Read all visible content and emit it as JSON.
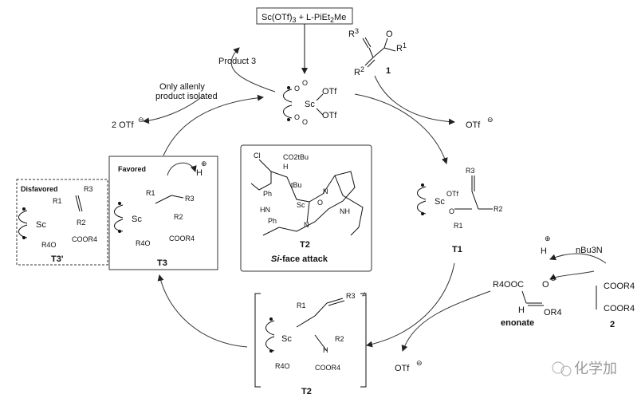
{
  "reagent": {
    "catalyst": "Sc(OTf)",
    "catalyst_sub": "3",
    "ligand": " + L-PiEt",
    "ligand_sub": "2",
    "ligand_end": "Me"
  },
  "top_left": {
    "product": "Product 3",
    "note_line1": "Only allenly",
    "note_line2": "product isolated",
    "counterion": "2 OTf"
  },
  "sc_complex": {
    "metal": "Sc",
    "otf_a": "OTf",
    "otf_b": "OTf"
  },
  "substrate1": {
    "label": "1",
    "r3": "R",
    "r3_sup": "3",
    "r2": "R",
    "r2_sup": "2",
    "r1": "R",
    "r1_sup": "1",
    "o": "O"
  },
  "right_otf": "OTf",
  "t1": {
    "label": "T1",
    "otf": "OTf",
    "r3": "R3",
    "r2": "R2",
    "r1": "R1"
  },
  "base": {
    "h": "H",
    "amine": "nBu3N"
  },
  "malonate": {
    "label": "2",
    "top": "COOR4",
    "bottom": "COOR4"
  },
  "enonate": {
    "label": "enonate",
    "ester": "R4OOC",
    "alkoxy": "OR4",
    "h": "H",
    "o": "O"
  },
  "bottom_otf": "OTf",
  "t2_bottom": {
    "label": "T2",
    "r1": "R1",
    "r2": "R2",
    "r3": "R3",
    "ester": "COOR4",
    "alkoxy": "R4O",
    "h": "H"
  },
  "t3": {
    "title": "Favored",
    "label": "T3",
    "h": "H",
    "r1": "R1",
    "r2": "R2",
    "r3": "R3",
    "ester": "COOR4",
    "alkoxy": "R4O"
  },
  "t3p": {
    "title": "Disfavored",
    "label": "T3'",
    "r1": "R1",
    "r2": "R2",
    "r3": "R3",
    "ester": "COOR4",
    "alkoxy": "R4O"
  },
  "center": {
    "label": "T2",
    "caption_italic": "Si",
    "caption_rest": "-face attack",
    "cl": "Cl",
    "ester": "CO2tBu",
    "ph1": "Ph",
    "ph2": "Ph",
    "hn": "HN",
    "nh": "NH",
    "tbu": "tBu",
    "sc": "Sc",
    "n1": "N",
    "n2": "N",
    "o": "O",
    "h": "H"
  },
  "watermark": "化学加"
}
